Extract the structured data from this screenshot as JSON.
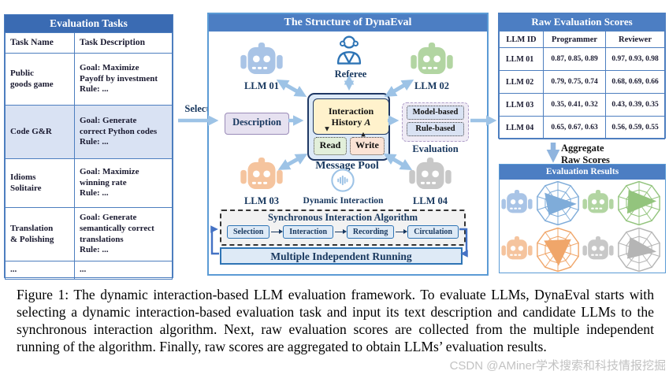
{
  "figure": {
    "caption": "Figure 1: The dynamic interaction-based LLM evaluation framework. To evaluate LLMs, DynaEval starts with selecting a dynamic interaction-based evaluation task and input its text description and candidate LLMs to the synchronous interaction algorithm. Next, raw evaluation scores are collected from the multiple independent running of the algorithm. Finally, raw scores are aggregated to obtain LLMs’ evaluation results.",
    "watermark": "CSDN @AMiner学术搜索和科技情报挖掘"
  },
  "select_label": "Select",
  "aggregate_label": "Aggregate\nRaw Scores",
  "tasks_panel": {
    "title": "Evaluation Tasks",
    "columns": [
      "Task Name",
      "Task Description"
    ],
    "rows": [
      {
        "name": "Public\ngoods game",
        "desc": "Goal: Maximize\nPayoff by investment\nRule: ..."
      },
      {
        "name": "Code G&R",
        "desc": "Goal: Generate\ncorrect Python codes\nRule: ..."
      },
      {
        "name": "Idioms\nSolitaire",
        "desc": "Goal: Maximize\nwinning rate\nRule: ..."
      },
      {
        "name": "Translation\n& Polishing",
        "desc": "Goal: Generate\nsemantically correct\ntranslations\nRule: ..."
      },
      {
        "name": "...",
        "desc": "..."
      }
    ]
  },
  "structure_panel": {
    "title": "The Structure of DynaEval",
    "referee_label": "Referee",
    "robots": [
      {
        "label": "LLM 01",
        "color": "#A9C4E6"
      },
      {
        "label": "LLM 02",
        "color": "#B2D5A2"
      },
      {
        "label": "LLM 03",
        "color": "#F5C49E"
      },
      {
        "label": "LLM 04",
        "color": "#C8C8C8"
      }
    ],
    "description_label": "Description",
    "interaction_history_label": "Interaction History",
    "interaction_history_var": "A",
    "read_label": "Read",
    "write_label": "Write",
    "message_pool_label": "Message Pool",
    "model_based_label": "Model-based",
    "rule_based_label": "Rule-based",
    "evaluation_label": "Evaluation",
    "dynamic_interaction_label": "Dynamic Interaction",
    "algorithm": {
      "title": "Synchronous Interaction Algorithm",
      "steps": [
        "Selection",
        "Interaction",
        "Recording",
        "Circulation"
      ]
    },
    "running_label": "Multiple Independent Running"
  },
  "scores_panel": {
    "title": "Raw Evaluation Scores",
    "columns": [
      "LLM ID",
      "Programmer",
      "Reviewer"
    ],
    "rows": [
      {
        "id": "LLM 01",
        "programmer": "0.87, 0.85, 0.89",
        "reviewer": "0.97, 0.93, 0.98"
      },
      {
        "id": "LLM 02",
        "programmer": "0.79, 0.75, 0.74",
        "reviewer": "0.68, 0.69, 0.66"
      },
      {
        "id": "LLM 03",
        "programmer": "0.35, 0.41, 0.32",
        "reviewer": "0.43, 0.39, 0.35"
      },
      {
        "id": "LLM 04",
        "programmer": "0.65, 0.67, 0.63",
        "reviewer": "0.56, 0.59, 0.55"
      }
    ]
  },
  "results_panel": {
    "title": "Evaluation Results",
    "items": [
      {
        "chart_color": "#7FACD9"
      },
      {
        "chart_color": "#93C47D"
      },
      {
        "chart_color": "#F0A66A"
      },
      {
        "chart_color": "#B5B5B5"
      }
    ]
  },
  "colors": {
    "header_dark_blue": "#3A6BB3",
    "header_mid_blue": "#4C7EC3",
    "panel_border_blue": "#5B9BD5",
    "arrow_blue": "#9DC3E6",
    "table_border_blue": "#4D7EBF"
  }
}
